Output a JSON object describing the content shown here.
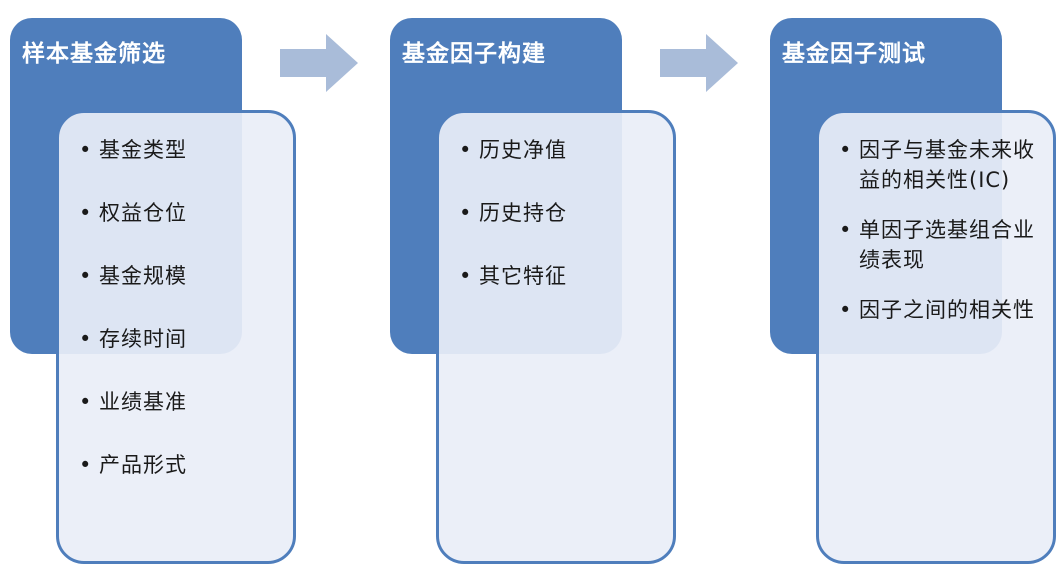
{
  "colors": {
    "header": "#4f7ebc",
    "content_fill": "#e9eef7",
    "content_border": "#4f7ebc",
    "arrow": "#a9bcd9"
  },
  "stages": [
    {
      "title": "样本基金筛选",
      "items": [
        "基金类型",
        "权益仓位",
        "基金规模",
        "存续时间",
        "业绩基准",
        "产品形式"
      ]
    },
    {
      "title": "基金因子构建",
      "items": [
        "历史净值",
        "历史持仓",
        "其它特征"
      ]
    },
    {
      "title": "基金因子测试",
      "items": [
        "因子与基金未来收益的相关性(IC)",
        "单因子选基组合业绩表现",
        "因子之间的相关性"
      ]
    }
  ],
  "bullet": "•",
  "arrow_icon": "right-arrow-icon"
}
